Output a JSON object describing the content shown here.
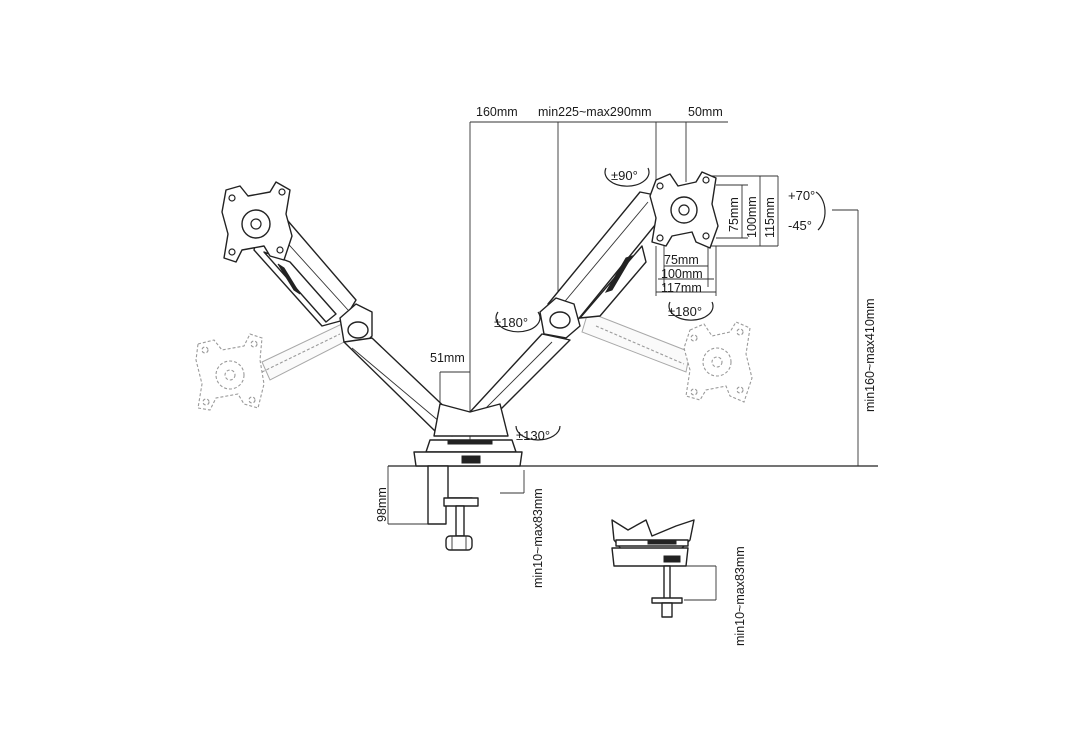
{
  "dimensions": {
    "arm_offset": "160mm",
    "arm_length": "min225~max290mm",
    "plate_offset": "50mm",
    "vesa_h_75": "75mm",
    "vesa_v_75": "75mm",
    "vesa_h_100": "100mm",
    "vesa_v_100": "100mm",
    "plate_width": "117mm",
    "plate_height": "115mm",
    "pole_width": "51mm",
    "height_range": "min160~max410mm",
    "clamp_height": "98mm",
    "clamp_range": "min10~max83mm",
    "grommet_range": "min10~max83mm"
  },
  "rotations": {
    "rotate": "±90°",
    "tilt_up": "+70°",
    "tilt_down": "-45°",
    "swivel_left": "±180°",
    "swivel_right": "±180°",
    "base_swivel": "±130°"
  }
}
